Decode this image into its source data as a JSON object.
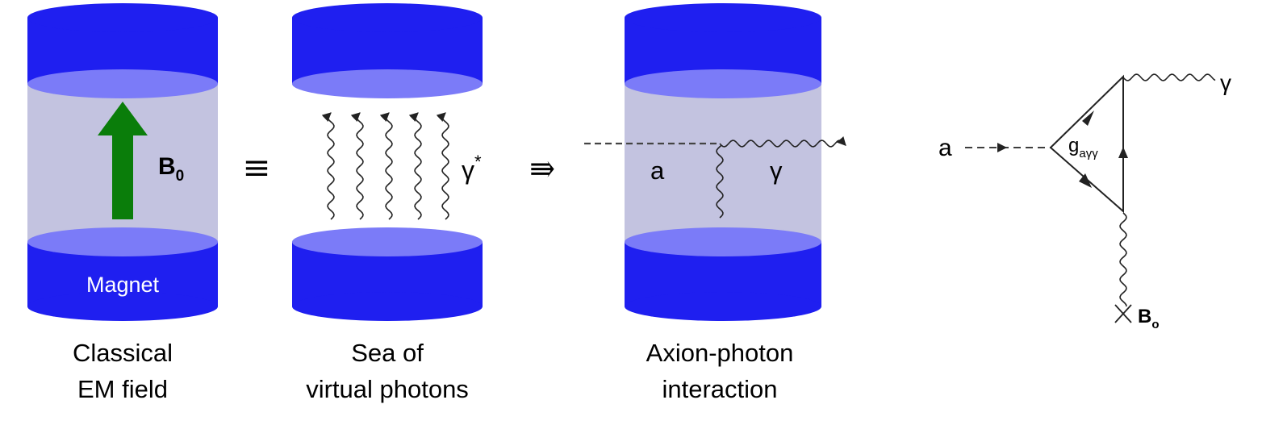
{
  "colors": {
    "magnet": "#1f1ff0",
    "magnet_face": "#7b7bf8",
    "field_region": "#c3c3e0",
    "arrow": "#0a7d0a",
    "line": "#222222",
    "label_on_magnet": "#ffffff"
  },
  "panel_classical": {
    "magnet_label": "Magnet",
    "field_symbol": "B",
    "field_subscript": "0",
    "caption_line1": "Classical",
    "caption_line2": "EM field"
  },
  "equiv_symbol": "≡",
  "panel_virtual": {
    "photon_symbol": "γ",
    "photon_superscript": "*",
    "caption_line1": "Sea of",
    "caption_line2": "virtual photons"
  },
  "implies_symbol": "⇛",
  "panel_axion": {
    "axion_label": "a",
    "photon_label": "γ",
    "caption_line1": "Axion-photon",
    "caption_line2": "interaction"
  },
  "feynman": {
    "axion_label": "a",
    "coupling_symbol": "g",
    "coupling_subscript": "aγγ",
    "photon_label": "γ",
    "field_label": "B",
    "field_subscript": "o"
  }
}
